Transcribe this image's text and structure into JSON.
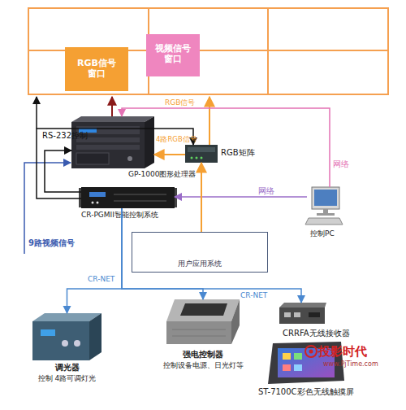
{
  "diagram": {
    "nodes": [
      {
        "text": [
          "RGB信号 窗口"
        ]
      },
      {
        "text": [
          "视频信号 窗口"
        ]
      },
      {
        "text": [
          "GP-1000图形处理器"
        ]
      },
      {
        "text": [
          "RGB矩阵"
        ]
      },
      {
        "text": [
          "CR-PGMII智能控制系统"
        ]
      },
      {
        "text": [
          "控制PC"
        ]
      },
      {
        "text": [
          "用户应用系统"
        ]
      },
      {
        "text": [
          "调光器",
          "控制 4路可调灯光"
        ]
      },
      {
        "text": [
          "强电控制器",
          "控制设备电源、日光灯等"
        ]
      },
      {
        "text": [
          "CRRFA无线接收器"
        ]
      },
      {
        "text": [
          "ST-7100C彩色无线触摸屏"
        ]
      }
    ],
    "edges": [
      {
        "from": 4,
        "to": 3,
        "label": "RS-232控制",
        "arrow": "to"
      },
      {
        "from": 4,
        "to": 2,
        "arrow": "to"
      },
      {
        "from": 3,
        "to": 2,
        "label": "4路RGB信号",
        "arrow": "to"
      },
      {
        "from": 5,
        "to": 2,
        "label": "网络",
        "arrow": "to"
      },
      {
        "from": 5,
        "to": 4,
        "label": "网络",
        "arrow": "to"
      },
      {
        "from": 6,
        "to": 3,
        "arrow": "to"
      },
      {
        "from": 4,
        "to": 7,
        "label": "CR-NET",
        "arrow": "to"
      },
      {
        "from": 4,
        "to": 8,
        "arrow": "to"
      },
      {
        "from": 4,
        "to": 9,
        "label": "CR-NET",
        "arrow": "to"
      }
    ],
    "labels": [
      "RGB信号",
      "9路视频信号",
      "投影时代",
      "www.PjTime.com"
    ]
  }
}
